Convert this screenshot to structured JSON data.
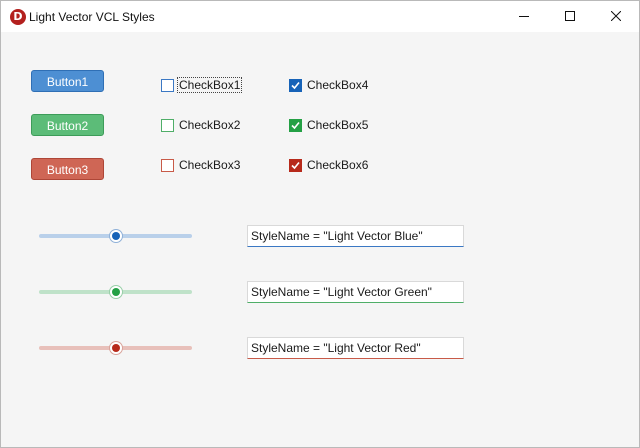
{
  "window": {
    "title": "Light Vector VCL Styles",
    "icon": "delphi-app-icon",
    "icon_letter": "D"
  },
  "caption_buttons": [
    "minimize-icon",
    "maximize-icon",
    "close-icon"
  ],
  "buttons": [
    {
      "label": "Button1",
      "color": "#4d8fd3"
    },
    {
      "label": "Button2",
      "color": "#5cbc78"
    },
    {
      "label": "Button3",
      "color": "#cf6655"
    }
  ],
  "checkboxes": [
    {
      "label": "CheckBox1",
      "checked": false,
      "color": "#3b78c4",
      "focused": true
    },
    {
      "label": "CheckBox2",
      "checked": false,
      "color": "#4fae68"
    },
    {
      "label": "CheckBox3",
      "checked": false,
      "color": "#c85a48"
    },
    {
      "label": "CheckBox4",
      "checked": true,
      "color": "#1763b8"
    },
    {
      "label": "CheckBox5",
      "checked": true,
      "color": "#24a045"
    },
    {
      "label": "CheckBox6",
      "checked": true,
      "color": "#b72a1b"
    }
  ],
  "trackbars": [
    {
      "position": 0.5,
      "color": "#1763b8"
    },
    {
      "position": 0.5,
      "color": "#24a045"
    },
    {
      "position": 0.5,
      "color": "#b72a1b"
    }
  ],
  "edits": [
    {
      "value": "StyleName = \"Light Vector Blue\""
    },
    {
      "value": "StyleName = \"Light Vector Green\""
    },
    {
      "value": "StyleName = \"Light Vector Red\""
    }
  ]
}
